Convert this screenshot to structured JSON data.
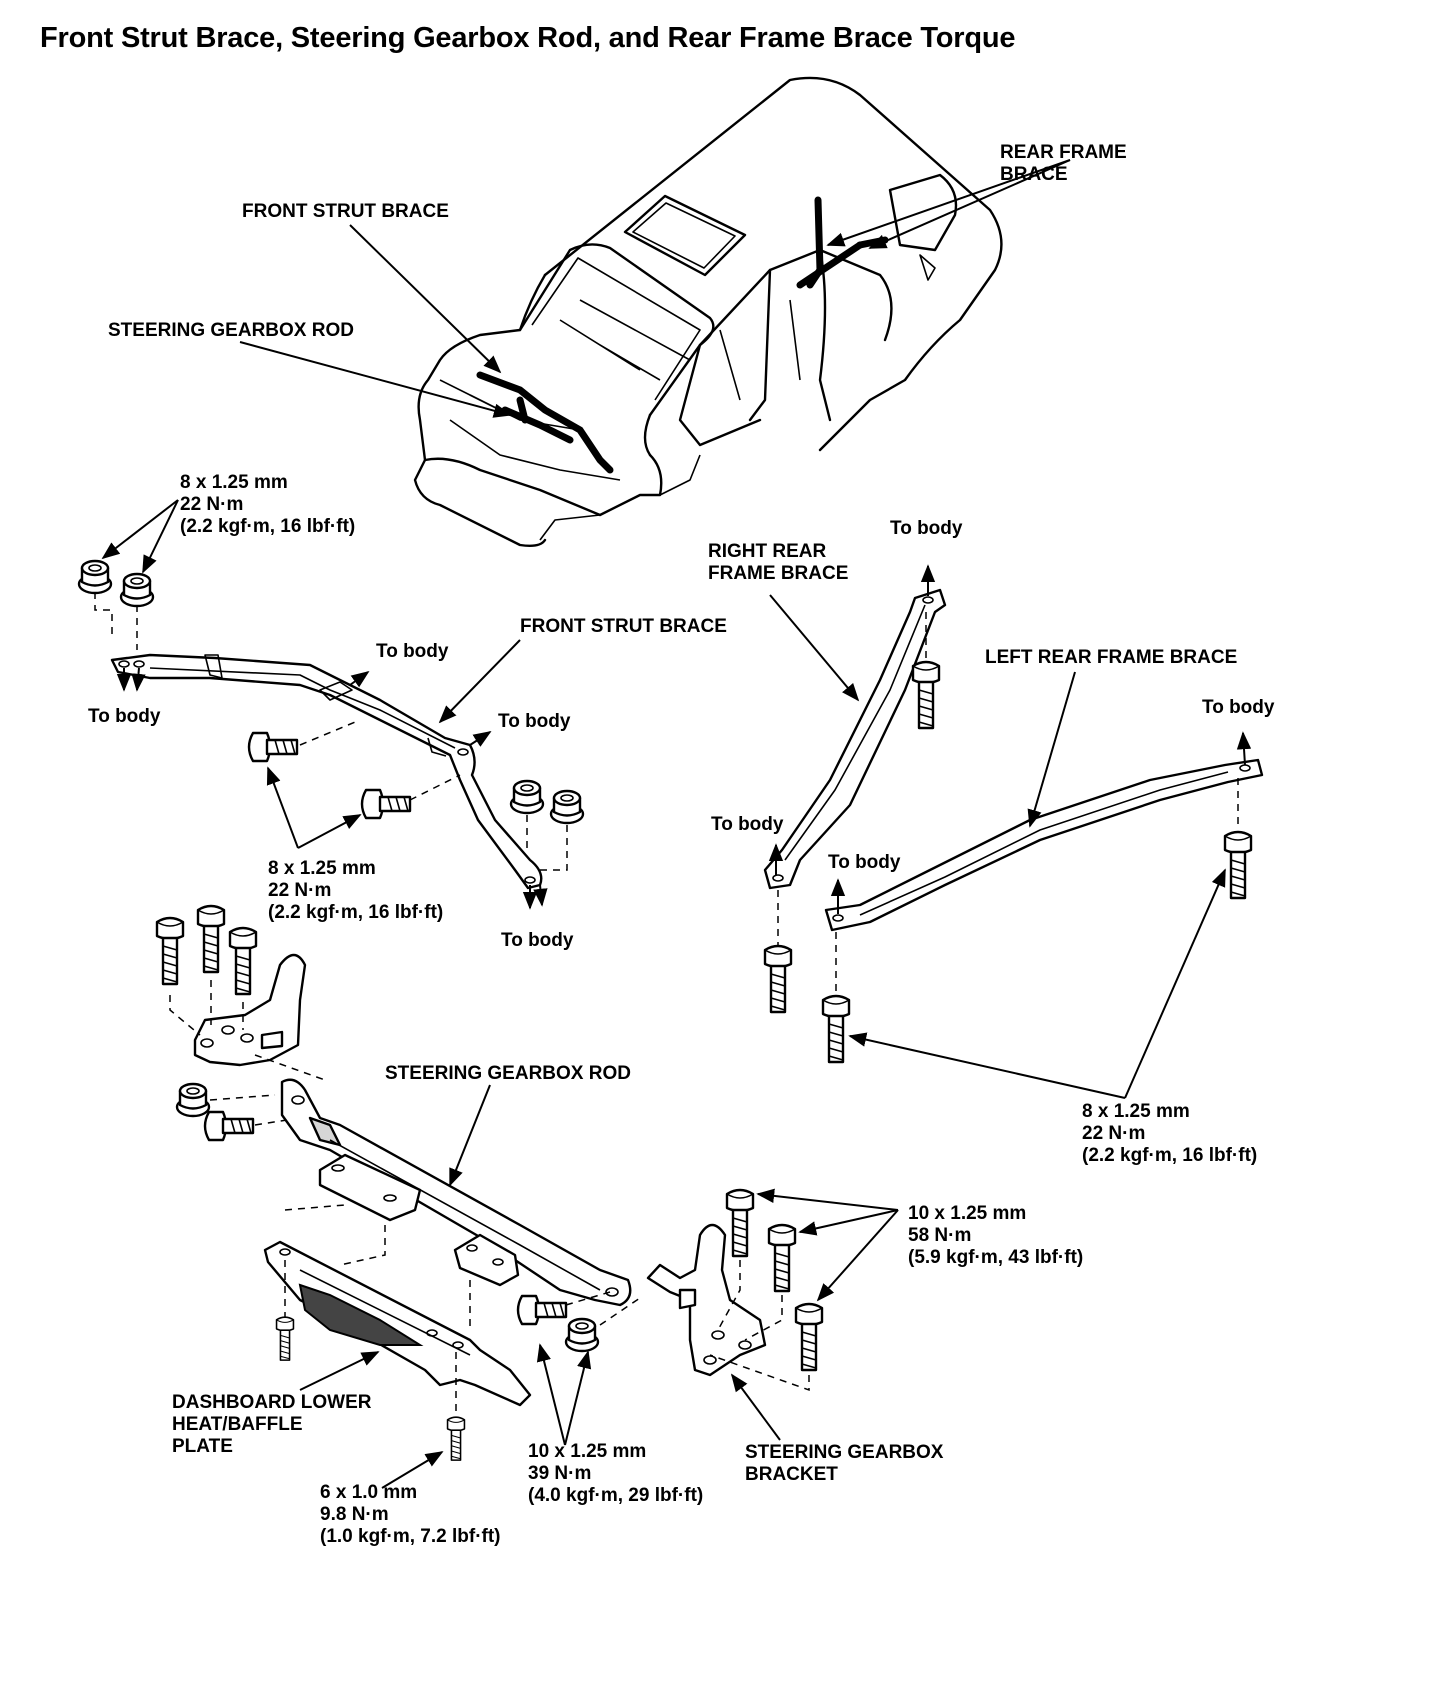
{
  "title": "Front Strut Brace, Steering Gearbox Rod, and Rear Frame Brace Torque",
  "labels": {
    "front_strut_brace": "FRONT STRUT BRACE",
    "steering_gearbox_rod": "STEERING GEARBOX ROD",
    "rear_frame_brace": [
      "REAR FRAME",
      "BRACE"
    ],
    "right_rear_frame_brace": [
      "RIGHT REAR",
      "FRAME BRACE"
    ],
    "left_rear_frame_brace": "LEFT REAR FRAME BRACE",
    "dashboard_lower_plate": [
      "DASHBOARD LOWER",
      "HEAT/BAFFLE",
      "PLATE"
    ],
    "steering_gearbox_bracket": [
      "STEERING GEARBOX",
      "BRACKET"
    ],
    "to_body": "To body"
  },
  "torque_specs": {
    "strut_nuts": [
      "8 x 1.25 mm",
      "22 N·m",
      "(2.2 kgf·m, 16 lbf·ft)"
    ],
    "strut_bolts": [
      "8 x 1.25 mm",
      "22 N·m",
      "(2.2 kgf·m, 16 lbf·ft)"
    ],
    "rear_brace_bolts": [
      "8 x 1.25 mm",
      "22 N·m",
      "(2.2 kgf·m, 16 lbf·ft)"
    ],
    "bracket_bolts": [
      "10 x 1.25 mm",
      "58 N·m",
      "(5.9 kgf·m, 43 lbf·ft)"
    ],
    "rod_fasteners": [
      "10 x 1.25 mm",
      "39 N·m",
      "(4.0 kgf·m, 29 lbf·ft)"
    ],
    "plate_bolts": [
      "6 x 1.0 mm",
      "9.8 N·m",
      "(1.0 kgf·m, 7.2 lbf·ft)"
    ]
  }
}
